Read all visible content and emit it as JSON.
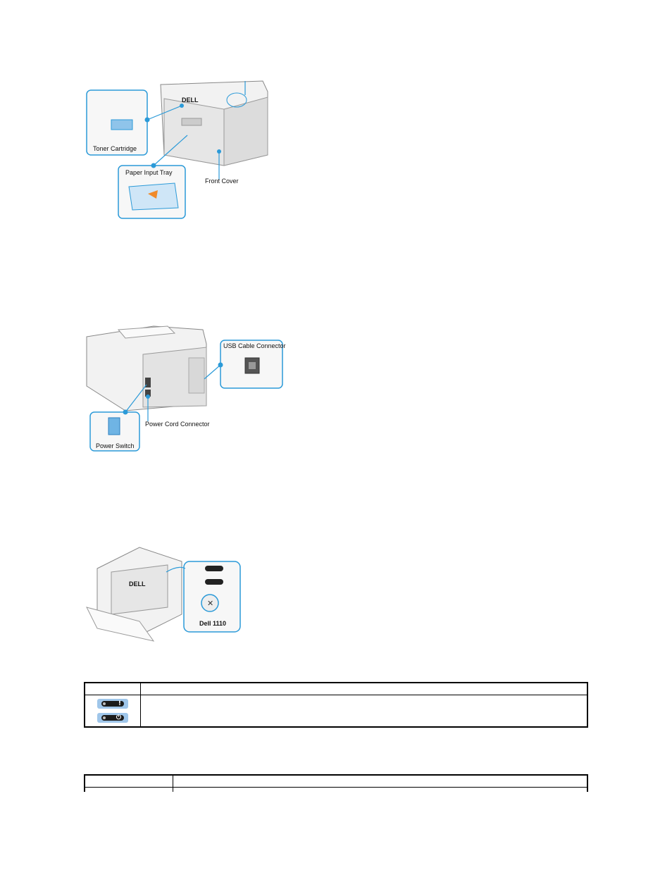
{
  "figure1": {
    "callouts": {
      "toner_cartridge": "Toner Cartridge",
      "paper_input_tray": "Paper Input Tray",
      "front_cover": "Front Cover"
    },
    "brand": "DELL"
  },
  "figure2": {
    "callouts": {
      "usb_cable_connector": "USB Cable Connector",
      "power_switch": "Power Switch",
      "power_cord_connector": "Power Cord Connector"
    }
  },
  "figure3": {
    "panel_label": "Dell 1110",
    "brand": "DELL"
  },
  "table1": {
    "rows": [
      {
        "icons": [
          "error-led-icon",
          "power-led-icon"
        ],
        "icon_symbols": [
          "!",
          "⏻"
        ]
      }
    ]
  },
  "colors": {
    "callout_blue": "#2b9ad8",
    "badge_blue": "#9fc6ea"
  }
}
